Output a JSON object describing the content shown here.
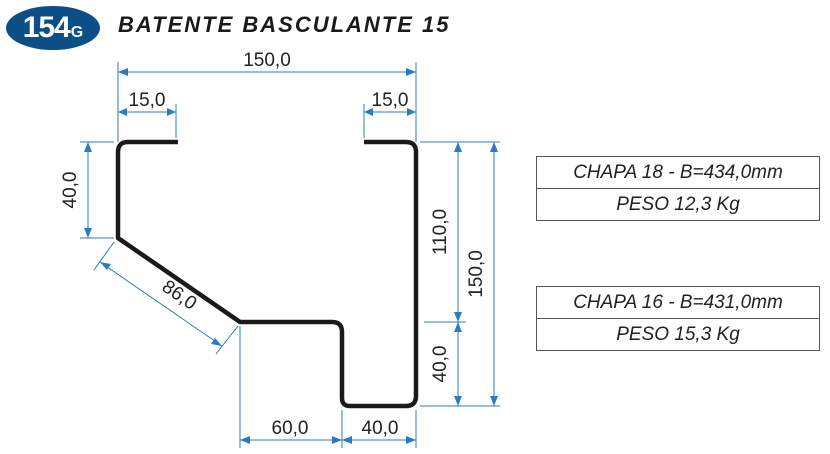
{
  "header": {
    "badge_number": "154",
    "badge_suffix": "G",
    "title": "BATENTE BASCULANTE 15"
  },
  "dimensions": {
    "top_width": "150,0",
    "left_lip": "15,0",
    "right_lip": "15,0",
    "left_height": "40,0",
    "diagonal": "86,0",
    "right_upper": "110,0",
    "right_total": "150,0",
    "right_lower": "40,0",
    "bottom_step": "60,0",
    "bottom_base": "40,0"
  },
  "specs": [
    {
      "chapa": "CHAPA 18 - B=434,0mm",
      "peso": "PESO 12,3 Kg"
    },
    {
      "chapa": "CHAPA 16 - B=431,0mm",
      "peso": "PESO 15,3 Kg"
    }
  ],
  "colors": {
    "badge": "#0c4f86",
    "dimension_lines": "#2b7bc2",
    "profile": "#1a1a1a"
  }
}
